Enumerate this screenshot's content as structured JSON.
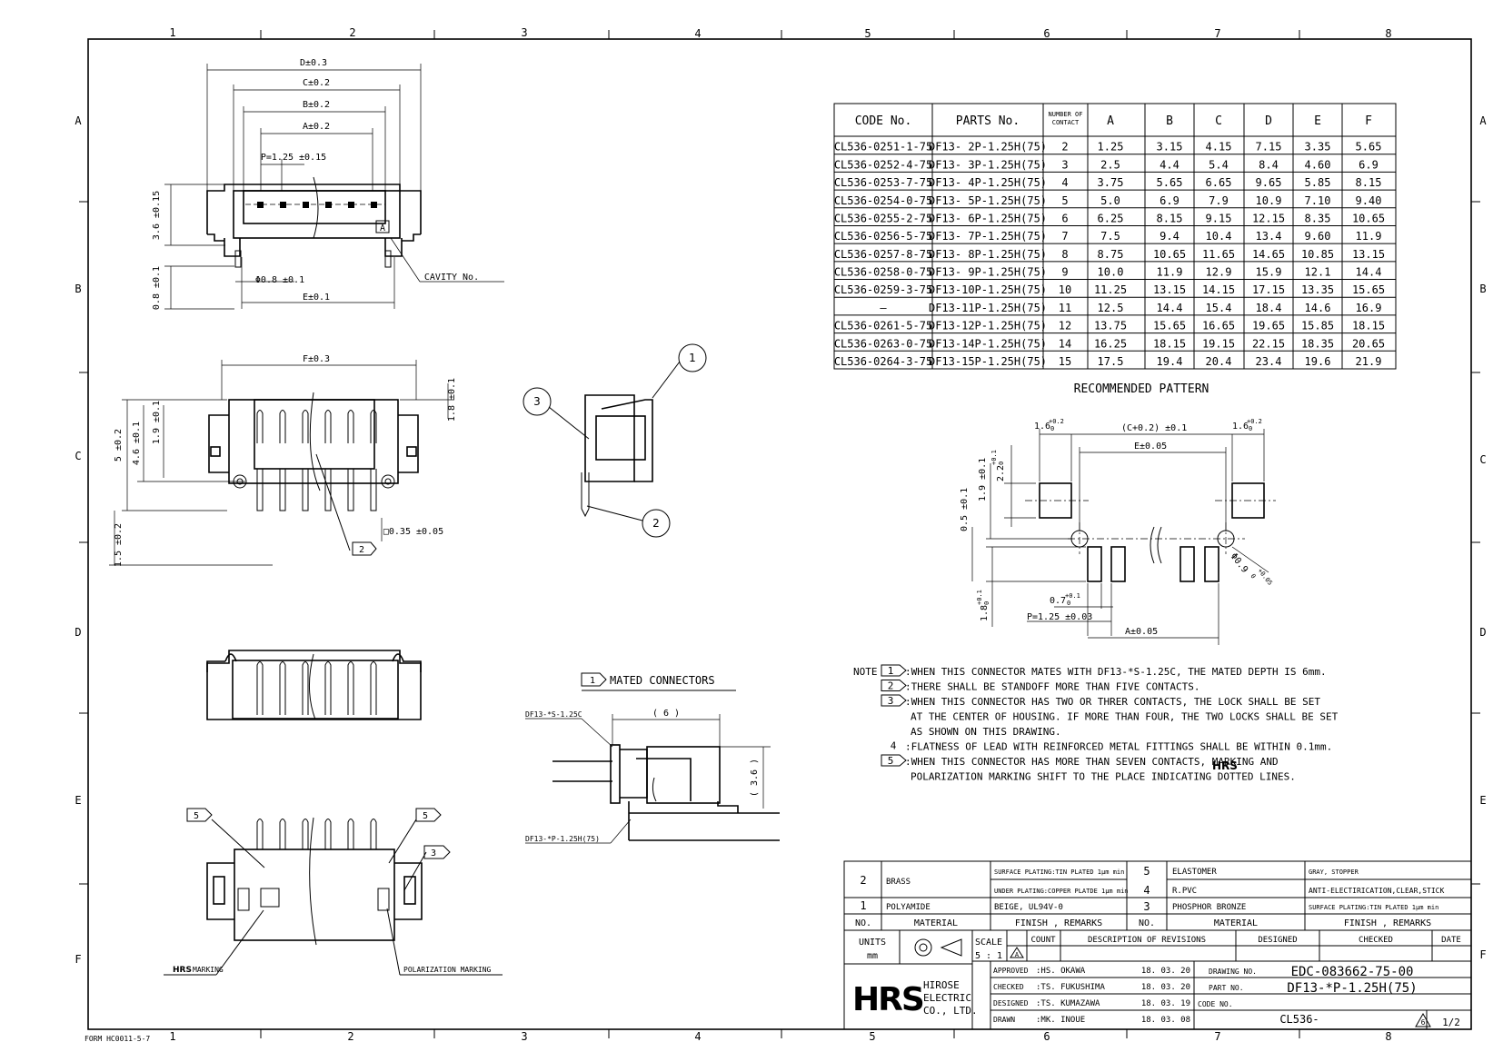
{
  "frame": {
    "col_labels": [
      "1",
      "2",
      "3",
      "4",
      "5",
      "6",
      "7",
      "8"
    ],
    "row_labels": [
      "A",
      "B",
      "C",
      "D",
      "E",
      "F"
    ],
    "form_no": "FORM HC0011-5-7"
  },
  "table": {
    "headers": [
      "CODE No.",
      "PARTS No.",
      "NUMBER OF CONTACT",
      "A",
      "B",
      "C",
      "D",
      "E",
      "F"
    ],
    "rows": [
      [
        "CL536-0251-1-75",
        "DF13- 2P-1.25H(75)",
        "2",
        "1.25",
        "3.15",
        "4.15",
        "7.15",
        "3.35",
        "5.65"
      ],
      [
        "CL536-0252-4-75",
        "DF13- 3P-1.25H(75)",
        "3",
        "2.5",
        "4.4",
        "5.4",
        "8.4",
        "4.60",
        "6.9"
      ],
      [
        "CL536-0253-7-75",
        "DF13- 4P-1.25H(75)",
        "4",
        "3.75",
        "5.65",
        "6.65",
        "9.65",
        "5.85",
        "8.15"
      ],
      [
        "CL536-0254-0-75",
        "DF13- 5P-1.25H(75)",
        "5",
        "5.0",
        "6.9",
        "7.9",
        "10.9",
        "7.10",
        "9.40"
      ],
      [
        "CL536-0255-2-75",
        "DF13- 6P-1.25H(75)",
        "6",
        "6.25",
        "8.15",
        "9.15",
        "12.15",
        "8.35",
        "10.65"
      ],
      [
        "CL536-0256-5-75",
        "DF13- 7P-1.25H(75)",
        "7",
        "7.5",
        "9.4",
        "10.4",
        "13.4",
        "9.60",
        "11.9"
      ],
      [
        "CL536-0257-8-75",
        "DF13- 8P-1.25H(75)",
        "8",
        "8.75",
        "10.65",
        "11.65",
        "14.65",
        "10.85",
        "13.15"
      ],
      [
        "CL536-0258-0-75",
        "DF13- 9P-1.25H(75)",
        "9",
        "10.0",
        "11.9",
        "12.9",
        "15.9",
        "12.1",
        "14.4"
      ],
      [
        "CL536-0259-3-75",
        "DF13-10P-1.25H(75)",
        "10",
        "11.25",
        "13.15",
        "14.15",
        "17.15",
        "13.35",
        "15.65"
      ],
      [
        "—",
        "DF13-11P-1.25H(75)",
        "11",
        "12.5",
        "14.4",
        "15.4",
        "18.4",
        "14.6",
        "16.9"
      ],
      [
        "CL536-0261-5-75",
        "DF13-12P-1.25H(75)",
        "12",
        "13.75",
        "15.65",
        "16.65",
        "19.65",
        "15.85",
        "18.15"
      ],
      [
        "CL536-0263-0-75",
        "DF13-14P-1.25H(75)",
        "14",
        "16.25",
        "18.15",
        "19.15",
        "22.15",
        "18.35",
        "20.65"
      ],
      [
        "CL536-0264-3-75",
        "DF13-15P-1.25H(75)",
        "15",
        "17.5",
        "19.4",
        "20.4",
        "23.4",
        "19.6",
        "21.9"
      ]
    ]
  },
  "top_view": {
    "dims": [
      "D±0.3",
      "C±0.2",
      "B±0.2",
      "A±0.2",
      "P=1.25 ±0.15",
      "3.6 ±0.15",
      "0.8 ±0.1",
      "Φ0.8 ±0.1",
      "E±0.1",
      "CAVITY No."
    ],
    "cavity_marker": "A"
  },
  "front_view": {
    "dims": [
      "F±0.3",
      "1.8 ±0.1",
      "5 ±0.2",
      "4.6 ±0.1",
      "1.9 ±0.1",
      "1.5 ±0.2",
      "□0.35 ±0.05"
    ],
    "callout": "2"
  },
  "side_view": {
    "callouts": [
      "1",
      "2",
      "3"
    ]
  },
  "pattern": {
    "title": "RECOMMENDED PATTERN",
    "dims": [
      "1.6",
      "+0.2",
      "0",
      "(C+0.2) ±0.1",
      "1.6",
      "+0.2",
      "0",
      "E±0.05",
      "2.2",
      "+0.1",
      "0",
      "1.9 ±0.1",
      "0.5 ±0.1",
      "Φ0.9",
      "+0.05",
      "0",
      "0.7",
      "+0.1",
      "0",
      "1.8",
      "+0.1",
      "0",
      "P=1.25 ±0.03",
      "A±0.05"
    ]
  },
  "mated": {
    "callout": "1",
    "title": "MATED CONNECTORS",
    "upper_part": "DF13-*S-1.25C",
    "lower_part": "DF13-*P-1.25H(75)",
    "dims": [
      "( 6 )",
      "( 3.6 )"
    ]
  },
  "bottom_view": {
    "callouts": [
      "5",
      "5",
      "3"
    ],
    "hrs_marking": "MARKING",
    "polarization": "POLARIZATION MARKING"
  },
  "notes": {
    "label": "NOTE",
    "items": [
      {
        "num": "1",
        "boxed": true,
        "lines": [
          ":WHEN THIS CONNECTOR MATES WITH DF13-*S-1.25C, THE MATED DEPTH IS 6mm."
        ]
      },
      {
        "num": "2",
        "boxed": true,
        "lines": [
          ":THERE SHALL BE STANDOFF MORE THAN FIVE CONTACTS."
        ]
      },
      {
        "num": "3",
        "boxed": true,
        "lines": [
          ":WHEN THIS CONNECTOR HAS TWO OR THRER CONTACTS, THE LOCK SHALL BE SET",
          "AT THE CENTER OF HOUSING. IF MORE THAN FOUR, THE TWO LOCKS SHALL BE SET",
          "AS SHOWN ON THIS DRAWING."
        ]
      },
      {
        "num": "4",
        "boxed": false,
        "lines": [
          ":FLATNESS OF LEAD WITH REINFORCED METAL FITTINGS SHALL BE WITHIN 0.1mm."
        ]
      },
      {
        "num": "5",
        "boxed": true,
        "lines": [
          ":WHEN THIS CONNECTOR HAS MORE THAN SEVEN CONTACTS,     MARKING AND",
          "POLARIZATION MARKING SHIFT TO THE PLACE INDICATING DOTTED LINES."
        ]
      }
    ]
  },
  "materials": {
    "rows_left": [
      {
        "no": "2",
        "material": "BRASS",
        "finish1": "SURFACE PLATING:TIN PLATED 1μm min",
        "finish2": "UNDER PLATING:COPPER PLATDE 1μm min"
      },
      {
        "no": "1",
        "material": "POLYAMIDE",
        "finish1": "BEIGE, UL94V-0",
        "finish2": ""
      }
    ],
    "rows_right": [
      {
        "no": "5",
        "material": "ELASTOMER",
        "finish": "GRAY, STOPPER"
      },
      {
        "no": "4",
        "material": "R.PVC",
        "finish": "ANTI-ELECTIRICATION,CLEAR,STICK"
      },
      {
        "no": "3",
        "material": "PHOSPHOR BRONZE",
        "finish": "SURFACE PLATING:TIN PLATED 1μm min"
      }
    ],
    "head": {
      "no": "NO.",
      "material": "MATERIAL",
      "finish": "FINISH , REMARKS"
    }
  },
  "title_block": {
    "units_label": "UNITS",
    "units": "mm",
    "scale_label": "SCALE",
    "scale": "5 : 1",
    "rev_headers": [
      "COUNT",
      "DESCRIPTION OF REVISIONS",
      "DESIGNED",
      "CHECKED",
      "DATE"
    ],
    "rev_mark": "A",
    "company": [
      "HIROSE",
      "ELECTRIC",
      "CO., LTD."
    ],
    "logo": "HRS",
    "signatures": [
      {
        "role": "APPROVED",
        "name": ":HS. OKAWA",
        "date": "18. 03. 20"
      },
      {
        "role": "CHECKED",
        "name": ":TS. FUKUSHIMA",
        "date": "18. 03. 20"
      },
      {
        "role": "DESIGNED",
        "name": ":TS. KUMAZAWA",
        "date": "18. 03. 19"
      },
      {
        "role": "DRAWN",
        "name": ":MK. INOUE",
        "date": "18. 03. 08"
      }
    ],
    "drawing_no_label": "DRAWING NO.",
    "drawing_no": "EDC-083662-75-00",
    "part_no_label": "PART NO.",
    "part_no": "DF13-*P-1.25H(75)",
    "code_no_label": "CODE NO.",
    "code_no": "CL536-",
    "rev": "6",
    "sheet": "1/2"
  }
}
